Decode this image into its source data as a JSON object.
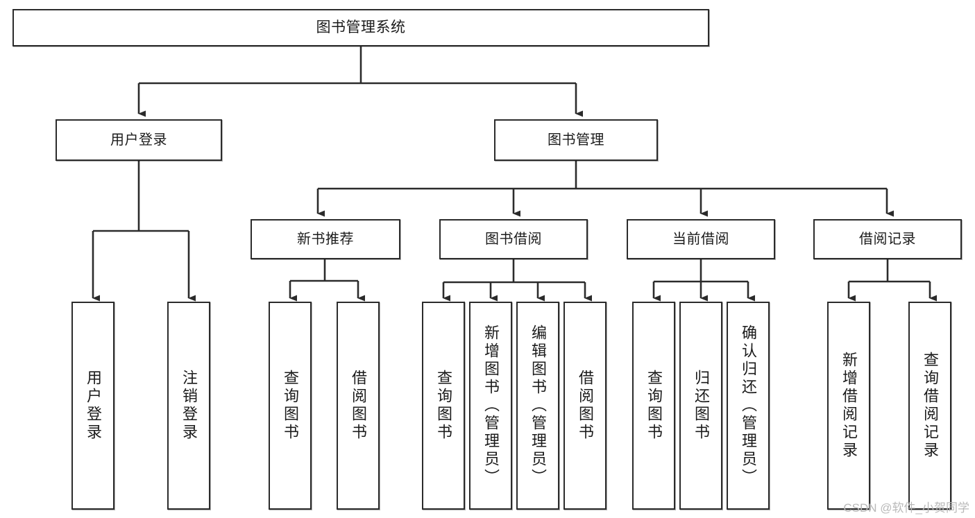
{
  "diagram": {
    "title": "图书管理系统",
    "type": "tree",
    "orientation": "top-down",
    "colors": {
      "box_border": "#2b2b2b",
      "box_fill": "#ffffff",
      "edge": "#2b2b2b",
      "text": "#1b1b1b",
      "watermark": "#b9b9b9",
      "background": "#ffffff"
    }
  },
  "nodes": {
    "root": {
      "label": "图书管理系统",
      "level": 0
    },
    "level1": [
      {
        "id": "user-login",
        "label": "用户登录"
      },
      {
        "id": "book-manage",
        "label": "图书管理"
      }
    ],
    "level2": [
      {
        "id": "new-book-recommend",
        "label": "新书推荐",
        "parent": "book-manage"
      },
      {
        "id": "book-borrow",
        "label": "图书借阅",
        "parent": "book-manage"
      },
      {
        "id": "current-borrow",
        "label": "当前借阅",
        "parent": "book-manage"
      },
      {
        "id": "borrow-record",
        "label": "借阅记录",
        "parent": "book-manage"
      }
    ],
    "leaves": [
      {
        "id": "leaf-user-login",
        "label": "用户登录",
        "parent": "user-login"
      },
      {
        "id": "leaf-logout",
        "label": "注销登录",
        "parent": "user-login"
      },
      {
        "id": "leaf-query-book-1",
        "label": "查询图书",
        "parent": "new-book-recommend"
      },
      {
        "id": "leaf-borrow-book-1",
        "label": "借阅图书",
        "parent": "new-book-recommend"
      },
      {
        "id": "leaf-query-book-2",
        "label": "查询图书",
        "parent": "book-borrow"
      },
      {
        "id": "leaf-add-book",
        "label": "新增图书（管理员）",
        "parent": "book-borrow"
      },
      {
        "id": "leaf-edit-book",
        "label": "编辑图书（管理员）",
        "parent": "book-borrow"
      },
      {
        "id": "leaf-borrow-book-2",
        "label": "借阅图书",
        "parent": "book-borrow"
      },
      {
        "id": "leaf-query-book-3",
        "label": "查询图书",
        "parent": "current-borrow"
      },
      {
        "id": "leaf-return-book",
        "label": "归还图书",
        "parent": "current-borrow"
      },
      {
        "id": "leaf-confirm-return",
        "label": "确认归还（管理员）",
        "parent": "current-borrow"
      },
      {
        "id": "leaf-add-record",
        "label": "新增借阅记录",
        "parent": "borrow-record"
      },
      {
        "id": "leaf-query-record",
        "label": "查询借阅记录",
        "parent": "borrow-record"
      }
    ]
  },
  "watermark": {
    "text": "CSDN @软件_小贺同学"
  }
}
